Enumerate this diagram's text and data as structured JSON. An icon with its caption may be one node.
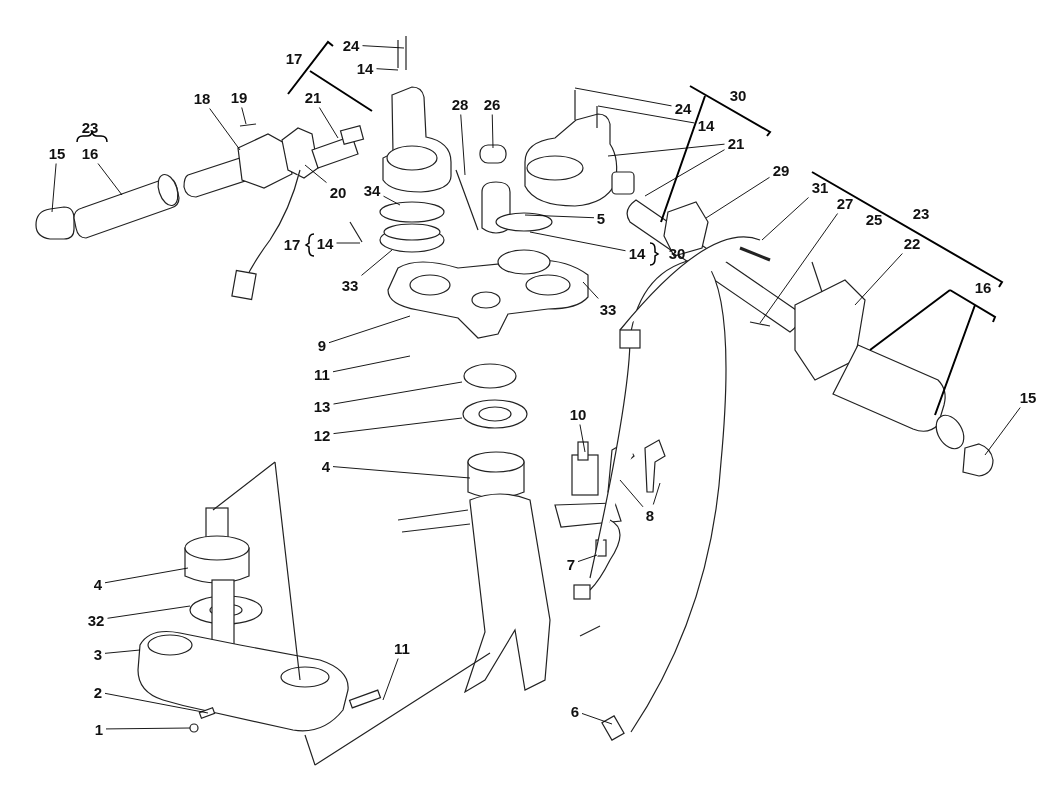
{
  "diagram": {
    "nodes": [
      {
        "text": [
          "24"
        ]
      },
      {
        "text": [
          "14"
        ]
      },
      {
        "text": [
          "18"
        ]
      },
      {
        "text": [
          "19"
        ]
      },
      {
        "text": [
          "21"
        ]
      },
      {
        "text": [
          "28"
        ]
      },
      {
        "text": [
          "26"
        ]
      },
      {
        "text": [
          "15"
        ]
      },
      {
        "text": [
          "16"
        ]
      },
      {
        "text": [
          "20"
        ]
      },
      {
        "text": [
          "34"
        ]
      },
      {
        "text": [
          "14"
        ]
      },
      {
        "text": [
          "33"
        ]
      },
      {
        "text": [
          "9"
        ]
      },
      {
        "text": [
          "11"
        ]
      },
      {
        "text": [
          "13"
        ]
      },
      {
        "text": [
          "12"
        ]
      },
      {
        "text": [
          "4"
        ]
      },
      {
        "text": [
          "4"
        ]
      },
      {
        "text": [
          "32"
        ]
      },
      {
        "text": [
          "3"
        ]
      },
      {
        "text": [
          "2"
        ]
      },
      {
        "text": [
          "1"
        ]
      },
      {
        "text": [
          "11"
        ]
      },
      {
        "text": [
          "10"
        ]
      },
      {
        "text": [
          "8"
        ]
      },
      {
        "text": [
          "7"
        ]
      },
      {
        "text": [
          "6"
        ]
      },
      {
        "text": [
          "24"
        ]
      },
      {
        "text": [
          "14"
        ]
      },
      {
        "text": [
          "21"
        ]
      },
      {
        "text": [
          "29"
        ]
      },
      {
        "text": [
          "31"
        ]
      },
      {
        "text": [
          "27"
        ]
      },
      {
        "text": [
          "22"
        ]
      },
      {
        "text": [
          "15"
        ]
      },
      {
        "text": [
          "5"
        ]
      },
      {
        "text": [
          "14"
        ]
      },
      {
        "text": [
          "33"
        ]
      }
    ],
    "edges": [
      {
        "from": 0,
        "to": null,
        "arrow": "none"
      },
      {
        "from": 1,
        "to": null,
        "arrow": "none"
      },
      {
        "from": 2,
        "to": null,
        "arrow": "none"
      },
      {
        "from": 3,
        "to": null,
        "arrow": "none"
      },
      {
        "from": 4,
        "to": null,
        "arrow": "none"
      },
      {
        "from": 5,
        "to": null,
        "arrow": "none"
      },
      {
        "from": 6,
        "to": null,
        "arrow": "none"
      },
      {
        "from": 7,
        "to": null,
        "arrow": "none"
      },
      {
        "from": 8,
        "to": null,
        "arrow": "none"
      },
      {
        "from": 9,
        "to": null,
        "arrow": "none"
      },
      {
        "from": 10,
        "to": null,
        "arrow": "none"
      },
      {
        "from": 11,
        "to": null,
        "arrow": "none"
      },
      {
        "from": 12,
        "to": null,
        "arrow": "none"
      },
      {
        "from": 13,
        "to": null,
        "arrow": "none"
      },
      {
        "from": 14,
        "to": null,
        "arrow": "none"
      },
      {
        "from": 15,
        "to": null,
        "arrow": "none"
      },
      {
        "from": 16,
        "to": null,
        "arrow": "none"
      },
      {
        "from": 17,
        "to": null,
        "arrow": "none"
      },
      {
        "from": 18,
        "to": null,
        "arrow": "none"
      },
      {
        "from": 19,
        "to": null,
        "arrow": "none"
      },
      {
        "from": 20,
        "to": null,
        "arrow": "none"
      },
      {
        "from": 21,
        "to": null,
        "arrow": "none"
      },
      {
        "from": 22,
        "to": null,
        "arrow": "none"
      },
      {
        "from": 23,
        "to": null,
        "arrow": "none"
      },
      {
        "from": 24,
        "to": null,
        "arrow": "none"
      },
      {
        "from": 25,
        "to": null,
        "arrow": "none"
      },
      {
        "from": 25,
        "to": null,
        "arrow": "none"
      },
      {
        "from": 26,
        "to": null,
        "arrow": "none"
      },
      {
        "from": 27,
        "to": null,
        "arrow": "none"
      },
      {
        "from": 28,
        "to": null,
        "arrow": "none"
      },
      {
        "from": 29,
        "to": null,
        "arrow": "none"
      },
      {
        "from": 30,
        "to": null,
        "arrow": "none"
      },
      {
        "from": 30,
        "to": null,
        "arrow": "none"
      },
      {
        "from": 31,
        "to": null,
        "arrow": "none"
      },
      {
        "from": 32,
        "to": null,
        "arrow": "none"
      },
      {
        "from": 33,
        "to": null,
        "arrow": "none"
      },
      {
        "from": 34,
        "to": null,
        "arrow": "none"
      },
      {
        "from": 35,
        "to": null,
        "arrow": "none"
      },
      {
        "from": 36,
        "to": null,
        "arrow": "none"
      },
      {
        "from": 37,
        "to": null,
        "arrow": "none"
      },
      {
        "from": 38,
        "to": null,
        "arrow": "none"
      }
    ],
    "labels": [
      "17",
      "23",
      "30",
      "17",
      "30",
      "25",
      "23",
      "16"
    ]
  }
}
